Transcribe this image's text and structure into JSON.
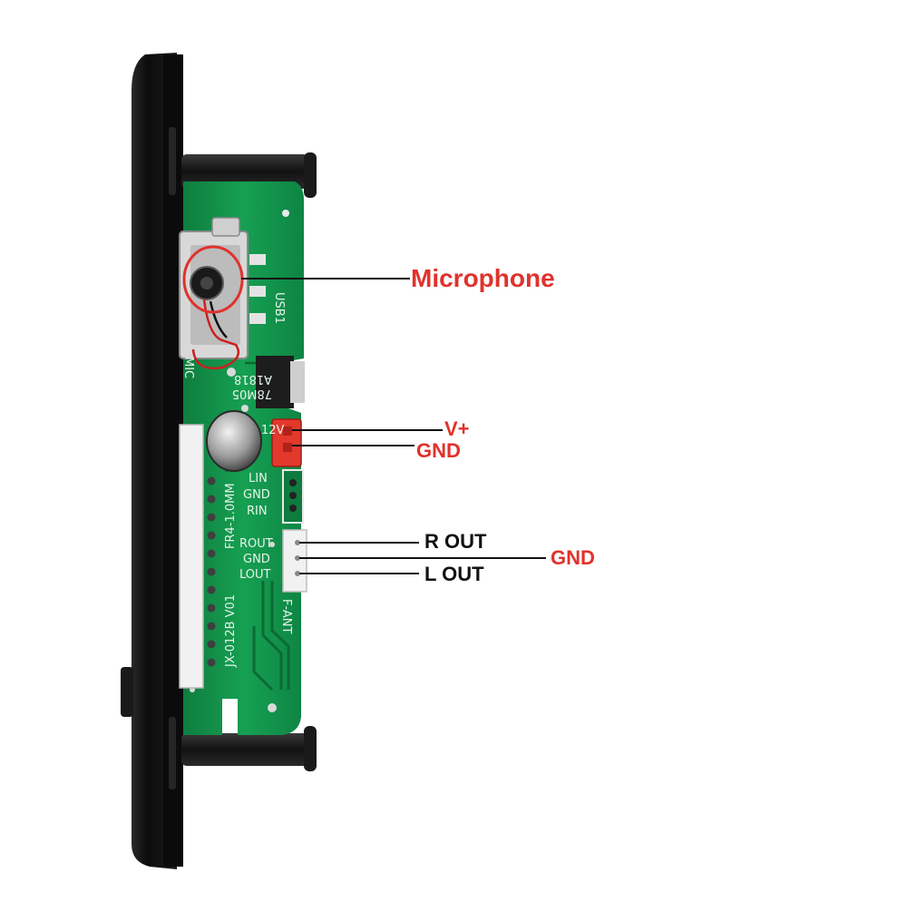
{
  "colors": {
    "callout_red": "#e0322c",
    "callout_black": "#111111",
    "pcb_green": "#14924c",
    "bezel_black": "#141414",
    "connector_red": "#e2392c",
    "connector_white": "#ececec"
  },
  "callouts": {
    "microphone": "Microphone",
    "v_plus": "V+",
    "gnd_power": "GND",
    "r_out": "R OUT",
    "gnd_audio": "GND",
    "l_out": "L OUT"
  },
  "silkscreen": {
    "pin_lin": "LIN",
    "pin_gnd": "GND",
    "pin_rin": "RIN",
    "pin_rout": "ROUT",
    "pin_gnd2": "GND",
    "pin_lout": "LOUT",
    "board_id": "JX-012B V01",
    "board_spec": "FR4-1.0MM",
    "ant": "F-ANT",
    "volt": "12V",
    "reg_code": "78M05",
    "reg_code2": "A1818",
    "usb_label": "USB1",
    "mic_label": "MIC"
  }
}
